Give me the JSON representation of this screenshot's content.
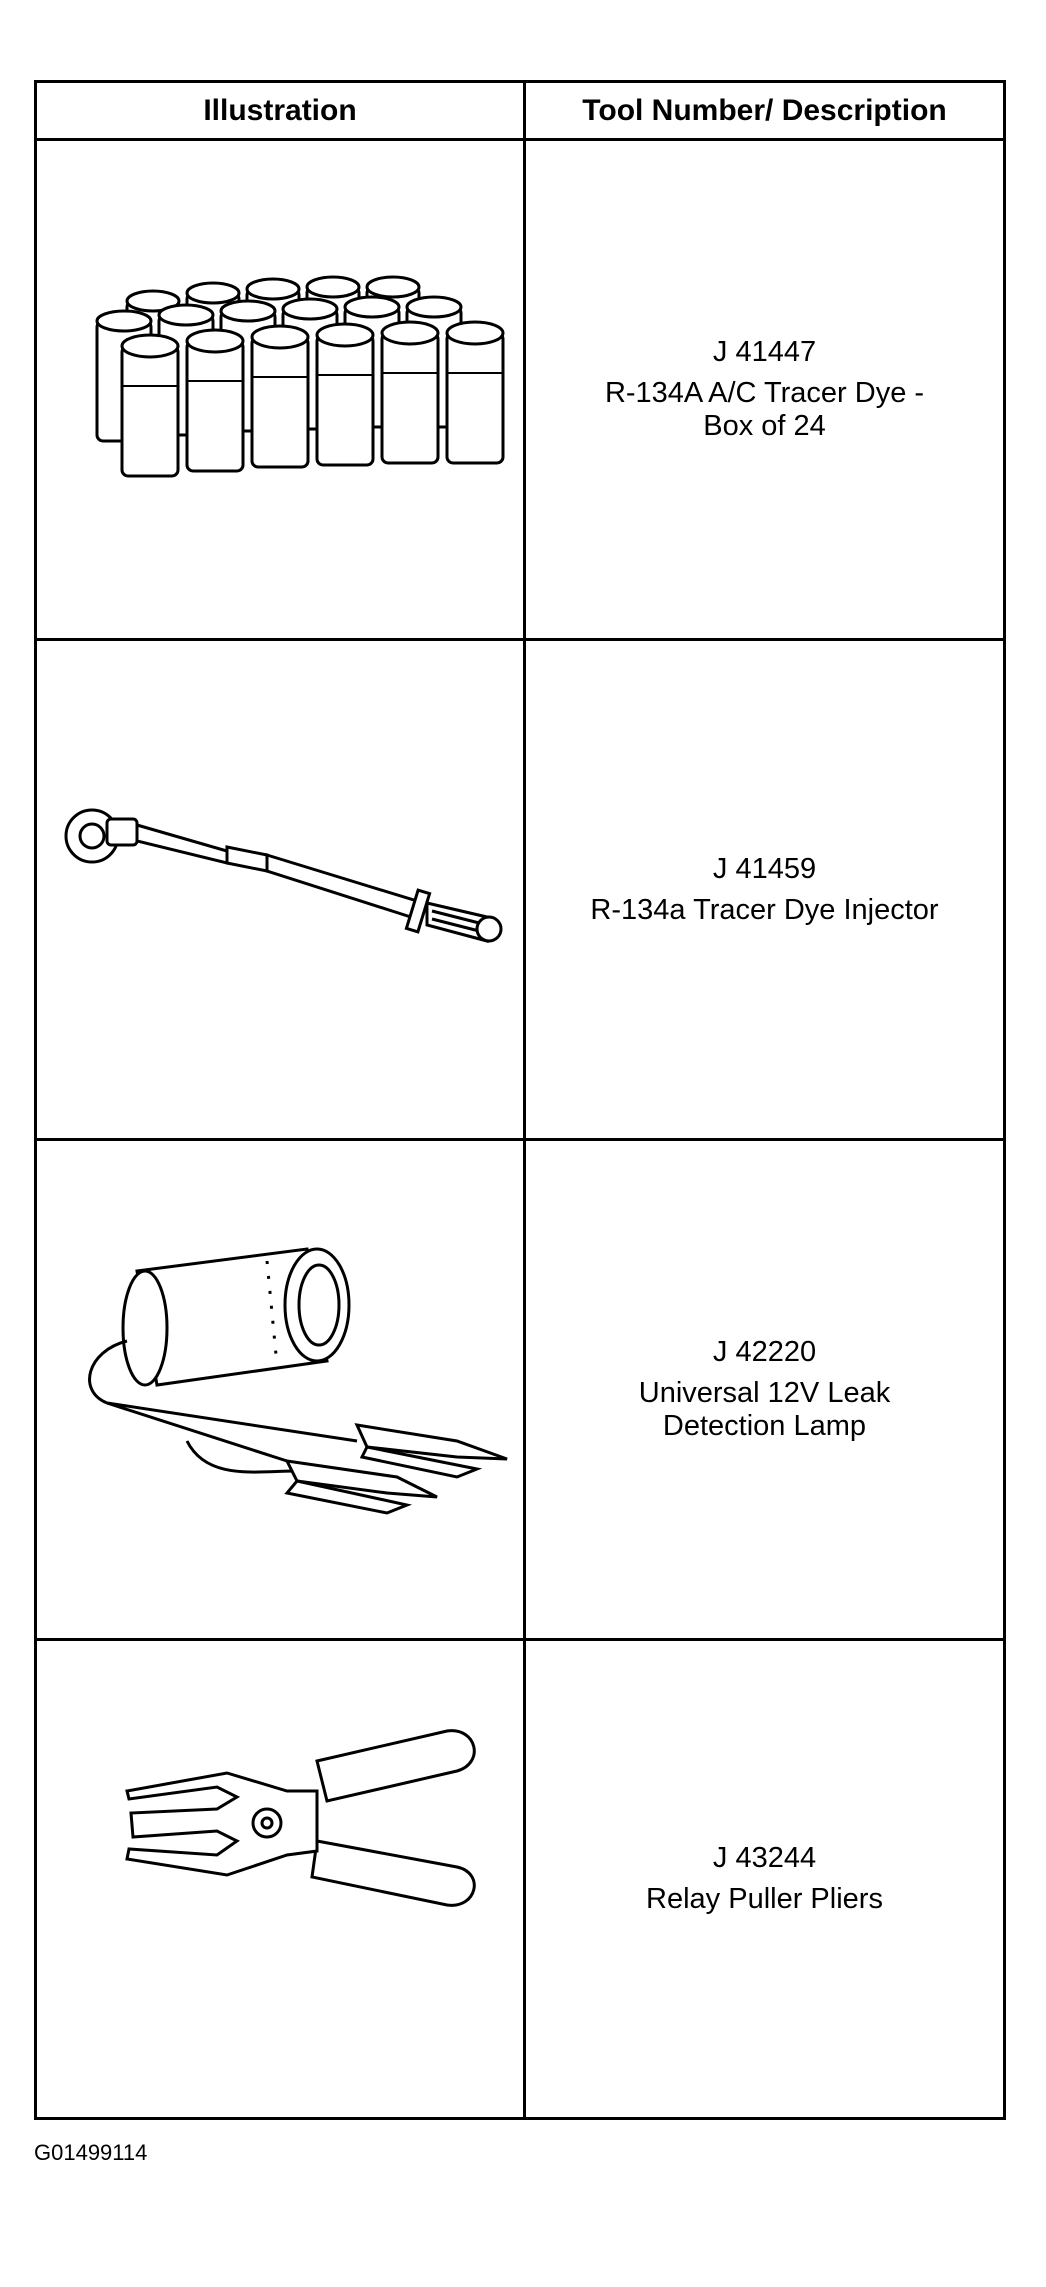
{
  "table": {
    "header": {
      "illustration": "Illustration",
      "tool": "Tool Number/ Description"
    },
    "rows": [
      {
        "tool_number": "J 41447",
        "description": "R-134A A/C Tracer Dye -\nBox of 24",
        "icon": "tracer-dye-bottles"
      },
      {
        "tool_number": "J 41459",
        "description": "R-134a Tracer Dye Injector",
        "icon": "dye-injector"
      },
      {
        "tool_number": "J 42220",
        "description": "Universal 12V Leak\nDetection Lamp",
        "icon": "leak-detection-lamp"
      },
      {
        "tool_number": "J 43244",
        "description": "Relay Puller Pliers",
        "icon": "relay-puller-pliers"
      }
    ]
  },
  "footer": {
    "code": "G01499114"
  }
}
